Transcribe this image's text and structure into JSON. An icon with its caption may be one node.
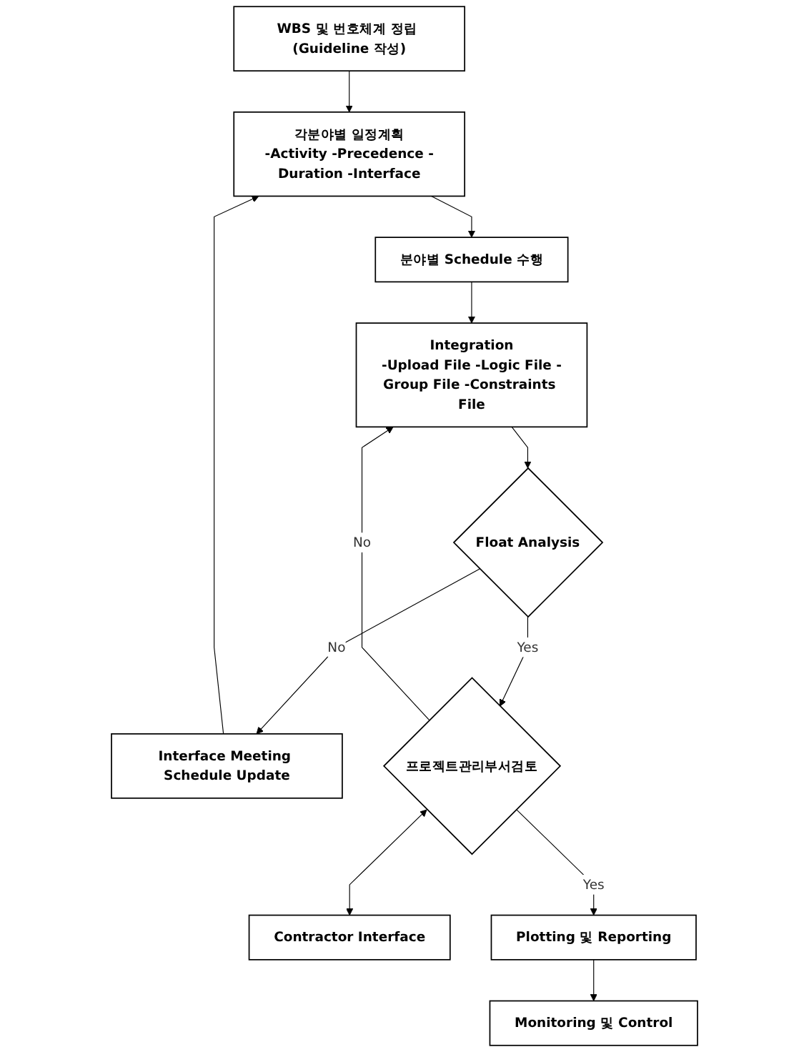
{
  "diagram": {
    "nodes": [
      {
        "text": [
          "WBS 및 번호체계 정립 (Guideline 작성)"
        ]
      },
      {
        "text": [
          "각분야별 일정계획",
          "-Activity -Precedence -Duration -Interface"
        ]
      },
      {
        "text": [
          "분야별 Schedule 수행"
        ]
      },
      {
        "text": [
          "Integration",
          "-Upload File -Logic File -Group File -Constraints File"
        ]
      },
      {
        "text": [
          "Float Analysis"
        ]
      },
      {
        "text": [
          "Interface Meeting Schedule Update"
        ]
      },
      {
        "text": [
          "Contractor Interface"
        ]
      },
      {
        "text": [
          "프로젝트관리부서검토"
        ]
      },
      {
        "text": [
          "Plotting 및 Reporting"
        ]
      },
      {
        "text": [
          "Monitoring 및 Control"
        ]
      }
    ],
    "edges": [
      {
        "from": 0,
        "to": 1,
        "arrow": "to"
      },
      {
        "from": 1,
        "to": 2,
        "arrow": "to"
      },
      {
        "from": 2,
        "to": 3,
        "arrow": "to"
      },
      {
        "from": 3,
        "to": 4,
        "arrow": "to"
      },
      {
        "from": 4,
        "to": 5,
        "arrow": "to",
        "label": "No"
      },
      {
        "from": 5,
        "to": 1,
        "arrow": "to"
      },
      {
        "from": 4,
        "to": 7,
        "arrow": "to",
        "label": "Yes"
      },
      {
        "from": 7,
        "to": 6,
        "arrow": "both"
      },
      {
        "from": 7,
        "to": 3,
        "arrow": "to",
        "label": "No"
      },
      {
        "from": 7,
        "to": 8,
        "arrow": "to",
        "label": "Yes"
      },
      {
        "from": 8,
        "to": 9,
        "arrow": "to"
      }
    ]
  }
}
